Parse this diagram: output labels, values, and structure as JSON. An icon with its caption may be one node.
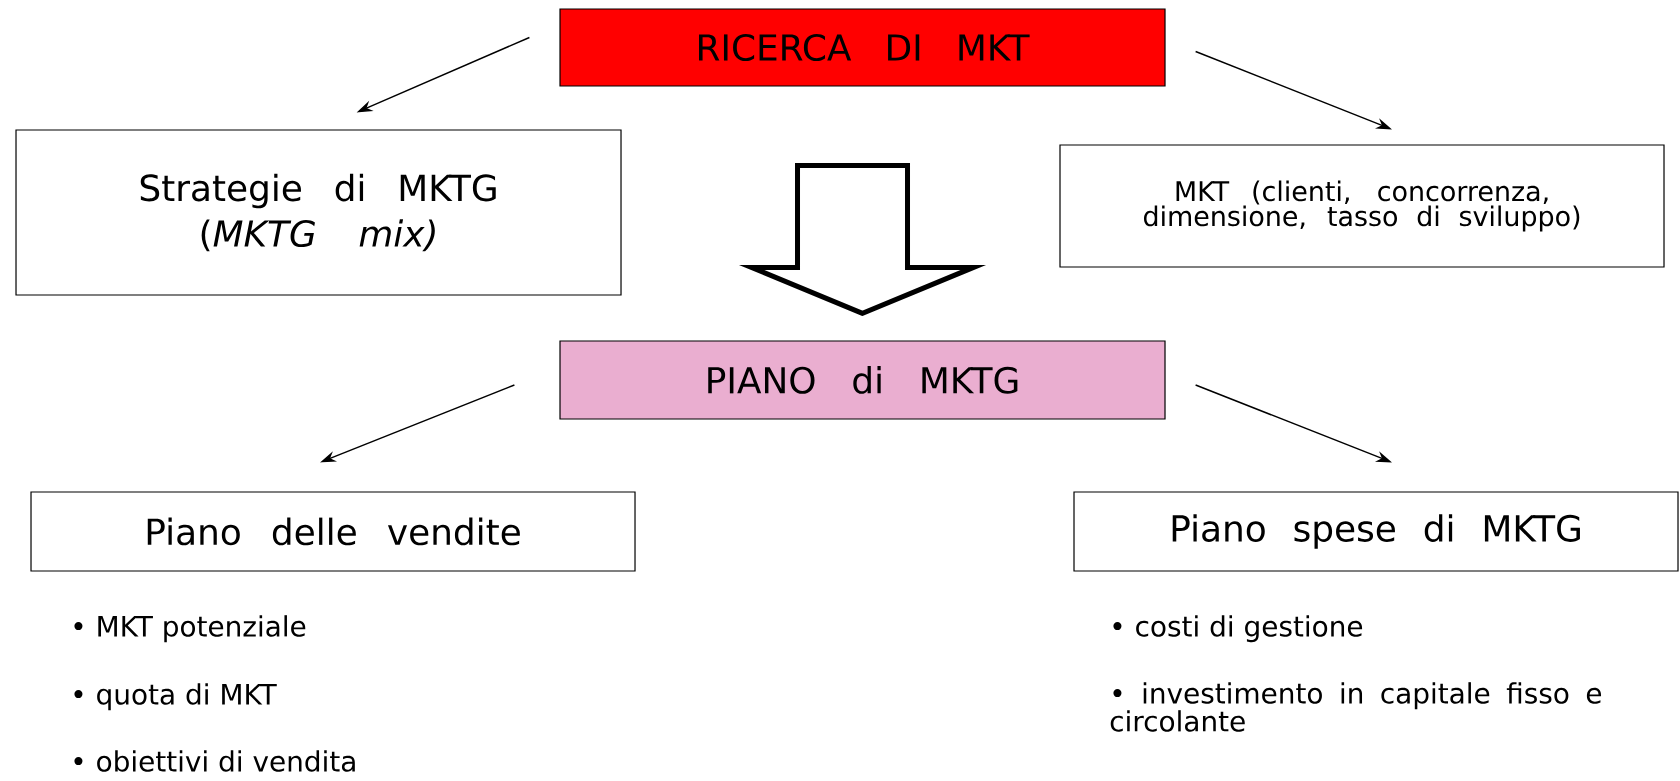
{
  "diagram": {
    "nodes": [
      {
        "text": [
          "RICERCA DI MKT"
        ]
      },
      {
        "text": [
          "Strategie di MKTG",
          "(*MKTG mix)*"
        ]
      },
      {
        "text": [
          "MKT (clienti, concorrenza, dimensione, tasso di sviluppo)"
        ]
      },
      {
        "text": [
          "PIANO di MKTG"
        ]
      },
      {
        "text": [
          "Piano delle vendite"
        ]
      },
      {
        "text": [
          "Piano spese di MKTG"
        ]
      }
    ],
    "edges": [
      {
        "from": 0,
        "to": 1,
        "arrow": "to"
      },
      {
        "from": 0,
        "to": 2,
        "arrow": "to"
      },
      {
        "from": null,
        "to": 3,
        "arrow": "to",
        "style": "thick"
      },
      {
        "from": 3,
        "to": 4,
        "arrow": "to"
      },
      {
        "from": 3,
        "to": 5,
        "arrow": "to"
      }
    ],
    "labels": [
      "• MKT potenziale",
      "• quota di MKT",
      "• obiettivi di vendita",
      "• costi di gestione",
      "• investimento in capitale fisso e circolante"
    ]
  }
}
